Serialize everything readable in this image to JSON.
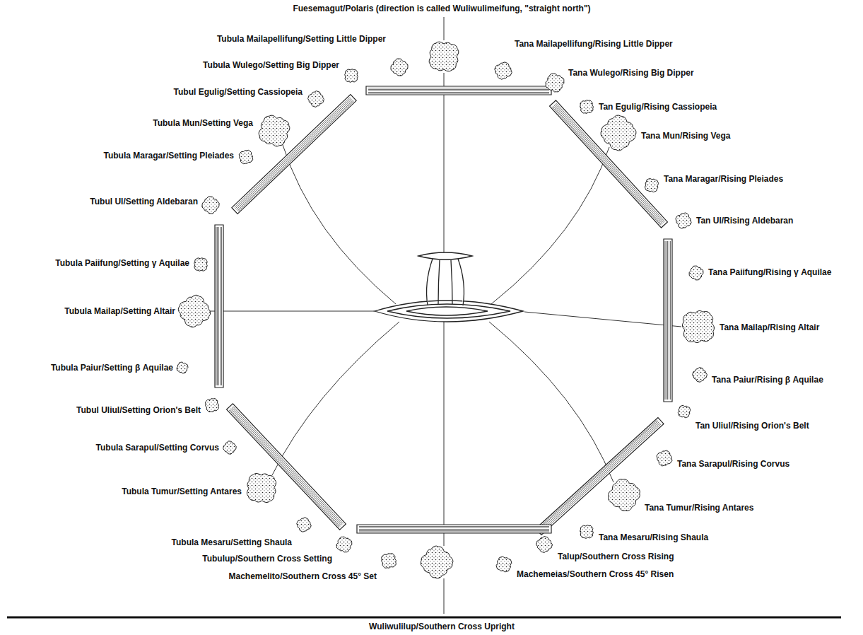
{
  "diagram": {
    "labels": [
      "Fuesemagut/Polaris (direction is called Wuliwulimeifung, \"straight north\")",
      "Tubula Mailapellifung/Setting Little Dipper",
      "Tubula Wulego/Setting Big Dipper",
      "Tubul Egulig/Setting Cassiopeia",
      "Tubula Mun/Setting Vega",
      "Tubula Maragar/Setting Pleiades",
      "Tubul Ul/Setting Aldebaran",
      "Tubula Paiifung/Setting γ Aquilae",
      "Tubula Mailap/Setting Altair",
      "Tubula Paiur/Setting β Aquilae",
      "Tubul Uliul/Setting Orion's Belt",
      "Tubula Sarapul/Setting Corvus",
      "Tubula Tumur/Setting Antares",
      "Tubula Mesaru/Setting Shaula",
      "Tubulup/Southern Cross Setting",
      "Machemelito/Southern Cross 45° Set",
      "Tana Mailapellifung/Rising Little Dipper",
      "Tana Wulego/Rising Big Dipper",
      "Tan Egulig/Rising Cassiopeia",
      "Tana Mun/Rising Vega",
      "Tana Maragar/Rising Pleiades",
      "Tan Ul/Rising Aldebaran",
      "Tana Paiifung/Rising γ Aquilae",
      "Tana Mailap/Rising Altair",
      "Tana Paiur/Rising β Aquilae",
      "Tan Uliul/Rising Orion's Belt",
      "Tana Sarapul/Rising Corvus",
      "Tana Tumur/Rising Antares",
      "Tana Mesaru/Rising Shaula",
      "Talup/Southern Cross Rising",
      "Machemeias/Southern Cross 45° Risen",
      "Wuliwulilup/Southern Cross Upright"
    ]
  }
}
